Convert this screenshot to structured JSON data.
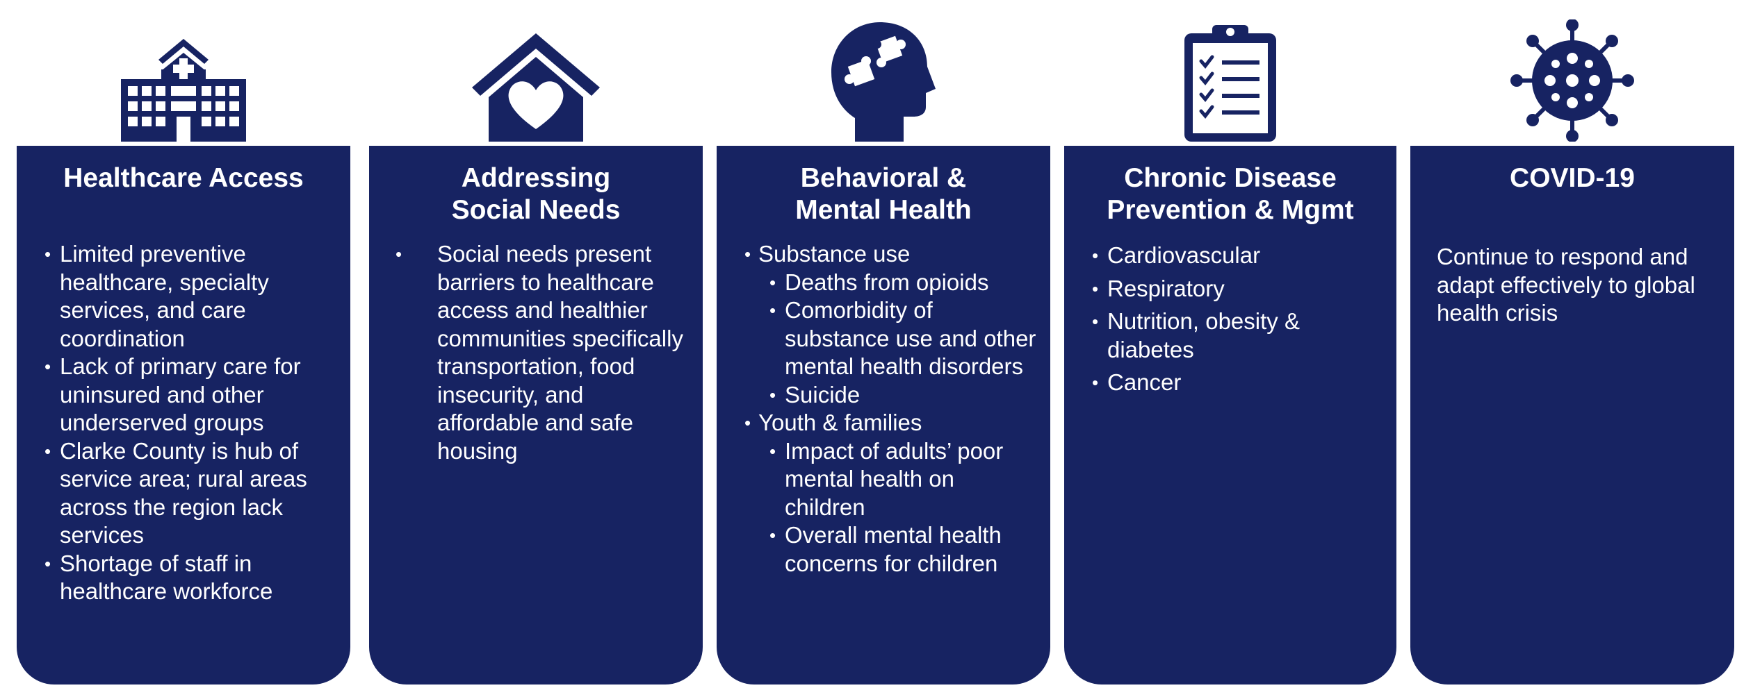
{
  "colors": {
    "navy": "#172362",
    "text": "#ffffff",
    "background": "#ffffff"
  },
  "columns": [
    {
      "icon": "hospital-icon",
      "title": "Healthcare Access",
      "items": [
        "Limited preventive healthcare, specialty services, and care coordination",
        "Lack of primary care for uninsured and other underserved groups",
        "Clarke County is hub of service area; rural areas across the region lack services",
        "Shortage of staff in healthcare workforce"
      ]
    },
    {
      "icon": "house-heart-icon",
      "title": "Addressing\nSocial Needs",
      "items": [
        "Social needs present barriers to healthcare access and healthier communities specifically transportation, food insecurity, and affordable and safe housing"
      ]
    },
    {
      "icon": "head-puzzle-icon",
      "title": "Behavioral &\nMental Health",
      "groups": [
        {
          "label": "Substance use",
          "subitems": [
            "Deaths from opioids",
            "Comorbidity of substance use and other mental health disorders",
            "Suicide"
          ]
        },
        {
          "label": "Youth & families",
          "subitems": [
            "Impact of adults’ poor mental health on children",
            "Overall mental health concerns for children"
          ]
        }
      ]
    },
    {
      "icon": "clipboard-checklist-icon",
      "title": "Chronic Disease\nPrevention & Mgmt",
      "items": [
        "Cardiovascular",
        "Respiratory",
        "Nutrition, obesity & diabetes",
        "Cancer"
      ]
    },
    {
      "icon": "virus-icon",
      "title": "COVID-19",
      "text": "Continue to respond and adapt effectively to global health crisis"
    }
  ]
}
